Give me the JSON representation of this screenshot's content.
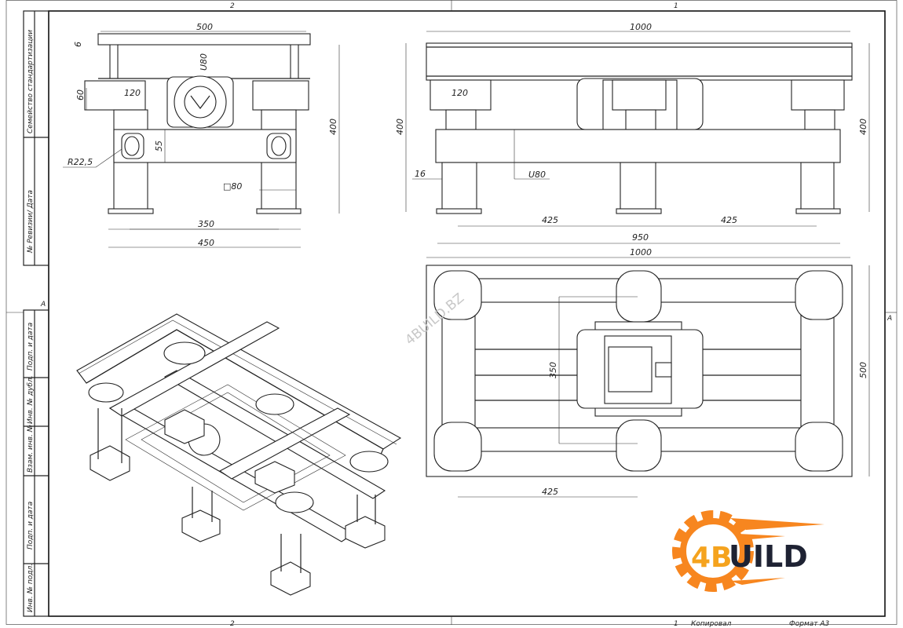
{
  "sheet": {
    "zones_top": [
      "2",
      "1"
    ],
    "zones_bottom": [
      "2",
      "1"
    ],
    "zone_side_left": "A",
    "zone_side_right": "A",
    "copied_label": "Копировал",
    "format_label": "Формат А3"
  },
  "side_strip": {
    "top_cells": [
      "Семейство стандартизации",
      "№ Ревизии/ Дата"
    ],
    "bottom_cells": [
      "Подп. и дата",
      "Инв. № дубл.",
      "Взам. инв. №",
      "Подп. и дата",
      "Инв. № подл."
    ]
  },
  "front_view": {
    "dims": {
      "width_top": "500",
      "flange": "6",
      "channel": "U80",
      "mount_width": "120",
      "mount_height": "60",
      "slot_height": "55",
      "radius": "R22,5",
      "tube": "□80",
      "leg_spacing": "350",
      "overall_width": "450",
      "height": "400"
    }
  },
  "side_view": {
    "dims": {
      "length_top": "1000",
      "height_left": "400",
      "height_right": "400",
      "mount_width": "120",
      "wall": "16",
      "channel": "U80",
      "span_left": "425",
      "span_right": "425",
      "overall_length": "950"
    }
  },
  "plan_view": {
    "dims": {
      "length": "1000",
      "width": "500",
      "inner": "350",
      "span": "425"
    },
    "watermark": "4BUILD.BZ"
  },
  "logo": {
    "prefix": "4B",
    "text": "UILD",
    "colors": {
      "orange": "#f7861f",
      "yellow": "#f5b61e",
      "dark": "#1e2233"
    }
  }
}
